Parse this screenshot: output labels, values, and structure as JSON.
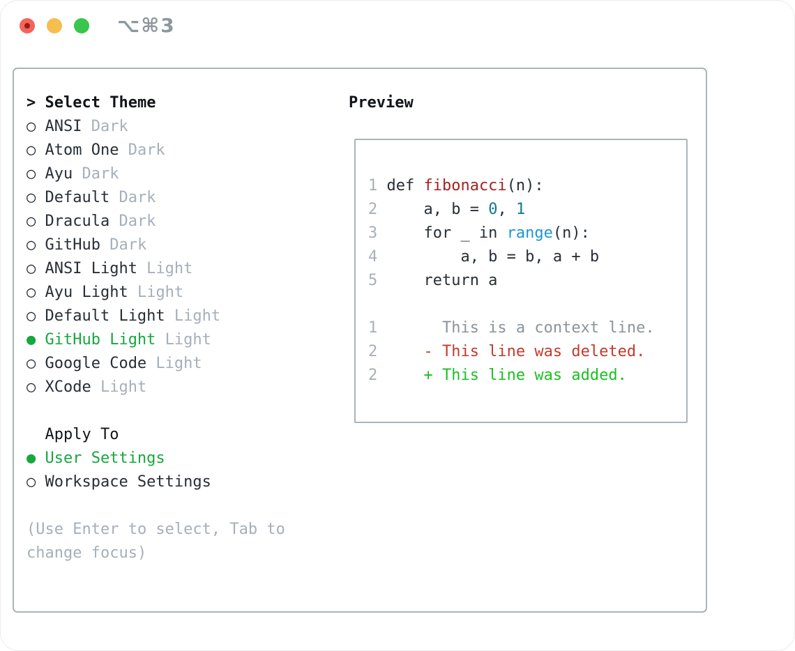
{
  "window": {
    "title": "⌥⌘3"
  },
  "markers": {
    "selected": "●",
    "unselected": "○"
  },
  "colors": {
    "accent_green": "#16a73e",
    "function_red": "#a62222",
    "number_teal": "#0d7a89",
    "builtin_blue": "#1d95d3",
    "diff_deleted_red": "#c23b2a",
    "diff_added_green": "#1bbf24",
    "muted_gray": "#a6afba",
    "border_gray": "#a9b3bd"
  },
  "theme_picker": {
    "cursor": ">",
    "heading": "Select Theme",
    "items": [
      {
        "label": "ANSI",
        "variant": "Dark",
        "selected": false
      },
      {
        "label": "Atom One",
        "variant": "Dark",
        "selected": false
      },
      {
        "label": "Ayu",
        "variant": "Dark",
        "selected": false
      },
      {
        "label": "Default",
        "variant": "Dark",
        "selected": false
      },
      {
        "label": "Dracula",
        "variant": "Dark",
        "selected": false
      },
      {
        "label": "GitHub",
        "variant": "Dark",
        "selected": false
      },
      {
        "label": "ANSI Light",
        "variant": "Light",
        "selected": false
      },
      {
        "label": "Ayu Light",
        "variant": "Light",
        "selected": false
      },
      {
        "label": "Default Light",
        "variant": "Light",
        "selected": false
      },
      {
        "label": "GitHub Light",
        "variant": "Light",
        "selected": true
      },
      {
        "label": "Google Code",
        "variant": "Light",
        "selected": false
      },
      {
        "label": "XCode",
        "variant": "Light",
        "selected": false
      }
    ]
  },
  "apply_to": {
    "heading": "Apply To",
    "options": [
      {
        "label": "User Settings",
        "selected": true
      },
      {
        "label": "Workspace Settings",
        "selected": false
      }
    ]
  },
  "help": {
    "line1": "(Use Enter to select, Tab to",
    "line2": "change focus)"
  },
  "preview": {
    "heading": "Preview",
    "lines": [
      {
        "num": "1",
        "segments": [
          {
            "text": "def ",
            "style": "code"
          },
          {
            "text": "fibonacci",
            "style": "function"
          },
          {
            "text": "(n):",
            "style": "code"
          }
        ]
      },
      {
        "num": "2",
        "segments": [
          {
            "text": "    a, b = ",
            "style": "code"
          },
          {
            "text": "0",
            "style": "number"
          },
          {
            "text": ", ",
            "style": "code"
          },
          {
            "text": "1",
            "style": "number"
          }
        ]
      },
      {
        "num": "3",
        "segments": [
          {
            "text": "    for _ in ",
            "style": "code"
          },
          {
            "text": "range",
            "style": "builtin"
          },
          {
            "text": "(n):",
            "style": "code"
          }
        ]
      },
      {
        "num": "4",
        "segments": [
          {
            "text": "        a, b = b, a + b",
            "style": "code"
          }
        ]
      },
      {
        "num": "5",
        "segments": [
          {
            "text": "    return a",
            "style": "code"
          }
        ]
      },
      {
        "num": "",
        "segments": []
      },
      {
        "num": "1",
        "segments": [
          {
            "text": "      This is a context line.",
            "style": "context"
          }
        ]
      },
      {
        "num": "2",
        "segments": [
          {
            "text": "    - This line was deleted.",
            "style": "deleted"
          }
        ]
      },
      {
        "num": "2",
        "segments": [
          {
            "text": "    + This line was added.",
            "style": "added"
          }
        ]
      }
    ]
  }
}
